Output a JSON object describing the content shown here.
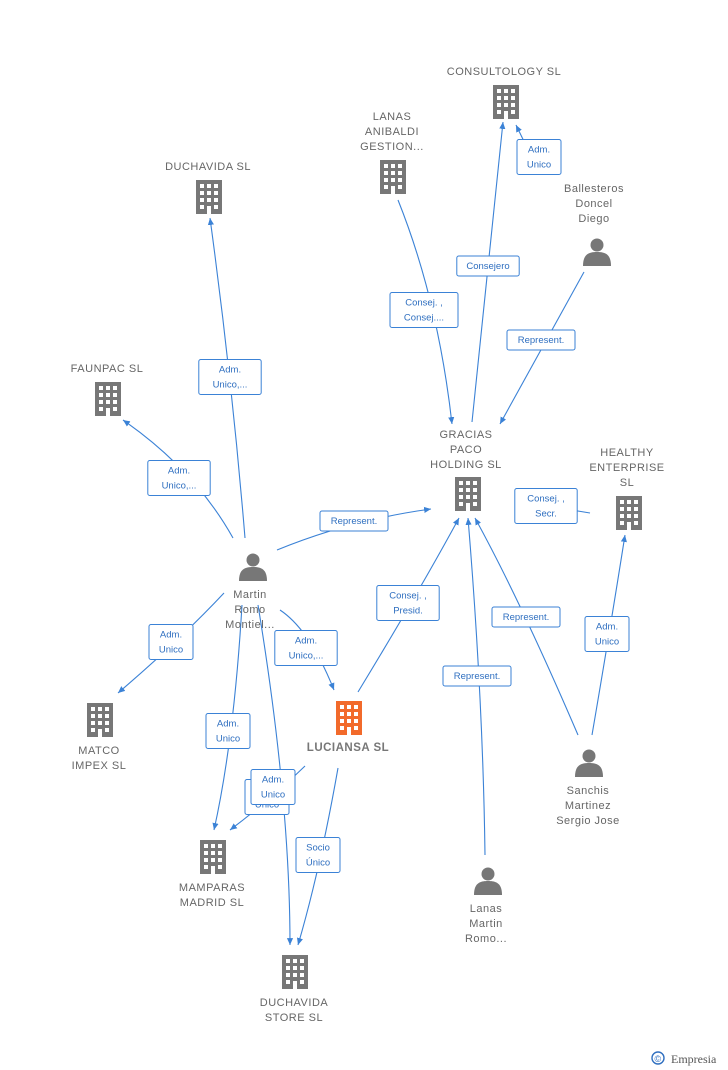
{
  "colors": {
    "edge": "#3b82d6",
    "node_icon": "#777777",
    "main_node_icon": "#f26a2b",
    "label": "#666666"
  },
  "nodes": [
    {
      "id": "consultology",
      "type": "company",
      "lines": [
        "CONSULTOLOGY  SL"
      ],
      "icon": "building-icon"
    },
    {
      "id": "lanas_anibaldi",
      "type": "company",
      "lines": [
        "LANAS",
        "ANIBALDI",
        "GESTION..."
      ],
      "icon": "building-icon"
    },
    {
      "id": "duchavida",
      "type": "company",
      "lines": [
        "DUCHAVIDA  SL"
      ],
      "icon": "building-icon"
    },
    {
      "id": "ballesteros",
      "type": "person",
      "lines": [
        "Ballesteros",
        "Doncel",
        "Diego"
      ],
      "icon": "person-icon"
    },
    {
      "id": "faunpac",
      "type": "company",
      "lines": [
        "FAUNPAC  SL"
      ],
      "icon": "building-icon"
    },
    {
      "id": "gracias_paco",
      "type": "company",
      "lines": [
        "GRACIAS",
        "PACO",
        "HOLDING  SL"
      ],
      "icon": "building-icon"
    },
    {
      "id": "healthy",
      "type": "company",
      "lines": [
        "HEALTHY",
        "ENTERPRISE",
        "SL"
      ],
      "icon": "building-icon"
    },
    {
      "id": "martin",
      "type": "person",
      "lines": [
        "Martin",
        "Romo",
        "Montiel..."
      ],
      "icon": "person-icon"
    },
    {
      "id": "matco",
      "type": "company",
      "lines": [
        "MATCO",
        "IMPEX  SL"
      ],
      "icon": "building-icon"
    },
    {
      "id": "luciansa",
      "type": "main",
      "lines": [
        "LUCIANSA  SL"
      ],
      "icon": "building-icon"
    },
    {
      "id": "sanchis",
      "type": "person",
      "lines": [
        "Sanchis",
        "Martinez",
        "Sergio Jose"
      ],
      "icon": "person-icon"
    },
    {
      "id": "mamparas",
      "type": "company",
      "lines": [
        "MAMPARAS",
        "MADRID  SL"
      ],
      "icon": "building-icon"
    },
    {
      "id": "lanas_martin",
      "type": "person",
      "lines": [
        "Lanas",
        "Martin",
        "Romo..."
      ],
      "icon": "person-icon"
    },
    {
      "id": "duchavida_store",
      "type": "company",
      "lines": [
        "DUCHAVIDA",
        "STORE  SL"
      ],
      "icon": "building-icon"
    }
  ],
  "edges": [
    {
      "id": "e1",
      "from": "ballesteros",
      "to": "consultology",
      "label": [
        "Adm.",
        "Unico"
      ]
    },
    {
      "id": "e2",
      "from": "gracias_paco",
      "to": "consultology",
      "label": [
        "Consejero"
      ]
    },
    {
      "id": "e3",
      "from": "lanas_anibaldi",
      "to": "gracias_paco",
      "label": [
        "Consej. ,",
        "Consej...."
      ]
    },
    {
      "id": "e4",
      "from": "ballesteros",
      "to": "gracias_paco",
      "label": [
        "Represent."
      ]
    },
    {
      "id": "e5",
      "from": "martin",
      "to": "duchavida",
      "label": [
        "Adm.",
        "Unico,..."
      ]
    },
    {
      "id": "e6",
      "from": "martin",
      "to": "faunpac",
      "label": [
        "Adm.",
        "Unico,..."
      ]
    },
    {
      "id": "e7",
      "from": "martin",
      "to": "gracias_paco",
      "label": [
        "Represent."
      ]
    },
    {
      "id": "e8",
      "from": "healthy",
      "to": "gracias_paco",
      "label": [
        "Consej. ,",
        "Secr."
      ]
    },
    {
      "id": "e9",
      "from": "luciansa",
      "to": "gracias_paco",
      "label": [
        "Consej. ,",
        "Presid."
      ]
    },
    {
      "id": "e10",
      "from": "sanchis",
      "to": "gracias_paco",
      "label": [
        "Represent."
      ]
    },
    {
      "id": "e11",
      "from": "lanas_martin",
      "to": "gracias_paco",
      "label": [
        "Represent."
      ]
    },
    {
      "id": "e12",
      "from": "sanchis",
      "to": "healthy",
      "label": [
        "Adm.",
        "Unico"
      ]
    },
    {
      "id": "e13",
      "from": "martin",
      "to": "matco",
      "label": [
        "Adm.",
        "Unico"
      ]
    },
    {
      "id": "e14",
      "from": "martin",
      "to": "luciansa",
      "label": [
        "Adm.",
        "Unico,..."
      ]
    },
    {
      "id": "e15",
      "from": "martin",
      "to": "mamparas",
      "label": [
        "Adm.",
        "Unico"
      ]
    },
    {
      "id": "e16",
      "from": "luciansa",
      "to": "mamparas",
      "label": [
        "Adm.",
        "Unico"
      ]
    },
    {
      "id": "e17",
      "from": "martin",
      "to": "duchavida_store",
      "label": [
        "Adm.",
        "Unico"
      ]
    },
    {
      "id": "e18",
      "from": "luciansa",
      "to": "duchavida_store",
      "label": [
        "Socio",
        "Único"
      ]
    }
  ],
  "watermark": {
    "symbol": "©",
    "brand": "Empresia"
  }
}
